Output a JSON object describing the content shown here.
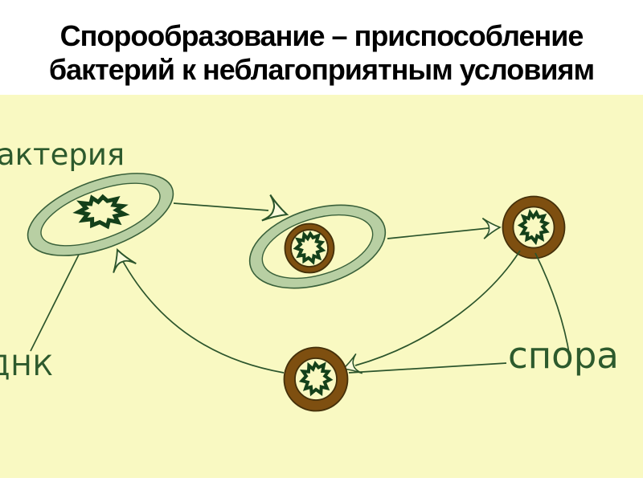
{
  "title": {
    "line1": "Спорообразование – приспособление",
    "line2": "бактерий к неблагоприятным условиям"
  },
  "diagram": {
    "labels": {
      "bacterium": "актерия",
      "dna": "ДНК",
      "spore": "спора"
    }
  },
  "colors": {
    "slide_bg": "#ffffff",
    "diagram_bg": "#f9f9c2",
    "membrane_green": "#b8cfa3",
    "outline_green": "#39603a",
    "line_green": "#2c552c",
    "dna_green": "#14401a",
    "spore_brown": "#7e4f10",
    "spore_brown_dark": "#44300a",
    "label_green": "#2d5a2d",
    "title_color": "#000000",
    "arrowhead_fill": "#fbfbdc"
  }
}
